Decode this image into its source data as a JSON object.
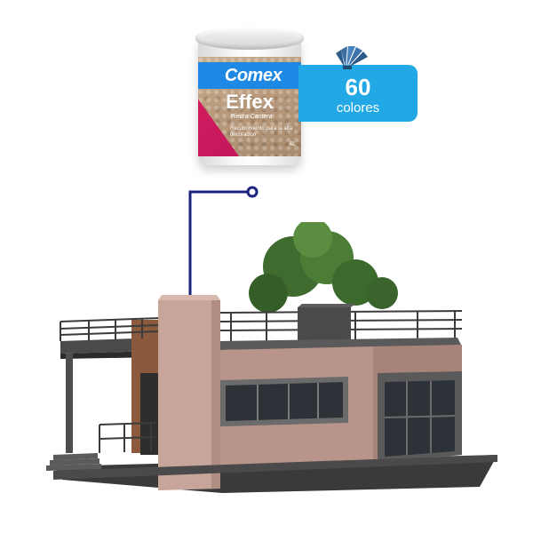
{
  "product": {
    "brand": "Comex",
    "name": "Effex",
    "line": "Piedra Cantera",
    "tagline": "Recubrimiento para la alta decoración",
    "size": "4L"
  },
  "colors_badge": {
    "count": "60",
    "label": "colores"
  },
  "colors": {
    "badge_blue": "#22a8e5",
    "arrow_navy": "#1a237e",
    "can_band_blue": "#1e88e5",
    "can_pink": "#d81b60",
    "stone_beige": "#b7987a"
  }
}
